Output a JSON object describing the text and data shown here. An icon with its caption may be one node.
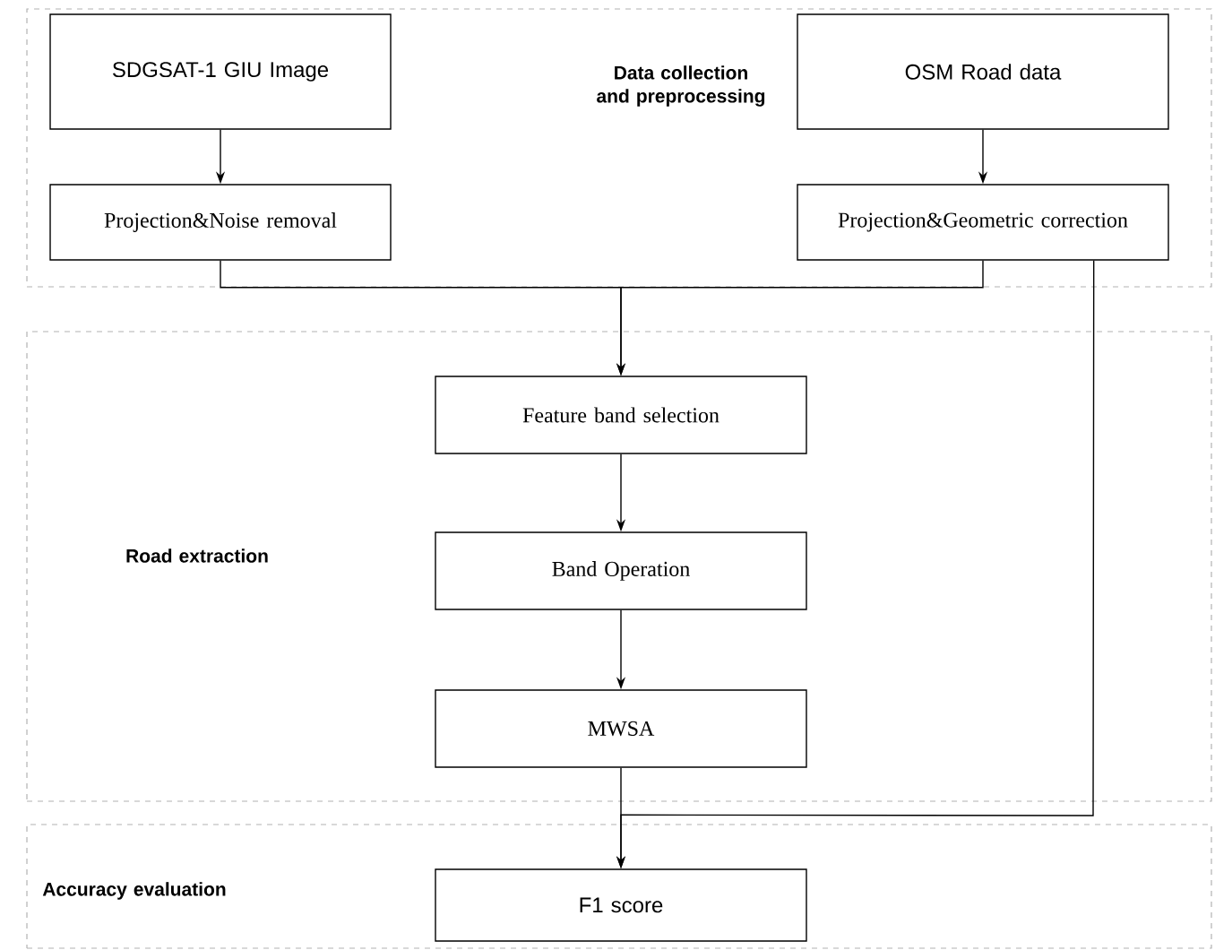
{
  "diagram": {
    "nodes": [
      {
        "text": [
          "Data collection and preprocessing"
        ]
      },
      {
        "text": [
          "SDGSAT-1 GIU Image"
        ],
        "in": 0
      },
      {
        "text": [
          "OSM Road data"
        ],
        "in": 0
      },
      {
        "text": [
          "Projection&Noise removal"
        ],
        "in": 0
      },
      {
        "text": [
          "Projection&Geometric correction"
        ],
        "in": 0
      },
      {
        "text": [
          "Road extraction"
        ]
      },
      {
        "text": [
          "Feature band selection"
        ],
        "in": 5
      },
      {
        "text": [
          "Band Operation"
        ],
        "in": 5
      },
      {
        "text": [
          "MWSA"
        ],
        "in": 5
      },
      {
        "text": [
          "Accuracy evaluation"
        ]
      },
      {
        "text": [
          "F1 score"
        ],
        "in": 9
      }
    ],
    "edges": [
      {
        "from": 1,
        "to": 3,
        "arrow": "to"
      },
      {
        "from": 2,
        "to": 4,
        "arrow": "to"
      },
      {
        "from": 3,
        "to": 6,
        "arrow": "to"
      },
      {
        "from": 4,
        "to": 6,
        "arrow": "to"
      },
      {
        "from": 6,
        "to": 7,
        "arrow": "to"
      },
      {
        "from": 7,
        "to": 8,
        "arrow": "to"
      },
      {
        "from": 8,
        "to": 10,
        "arrow": "to"
      },
      {
        "from": 4,
        "to": 10,
        "arrow": "to"
      }
    ]
  }
}
